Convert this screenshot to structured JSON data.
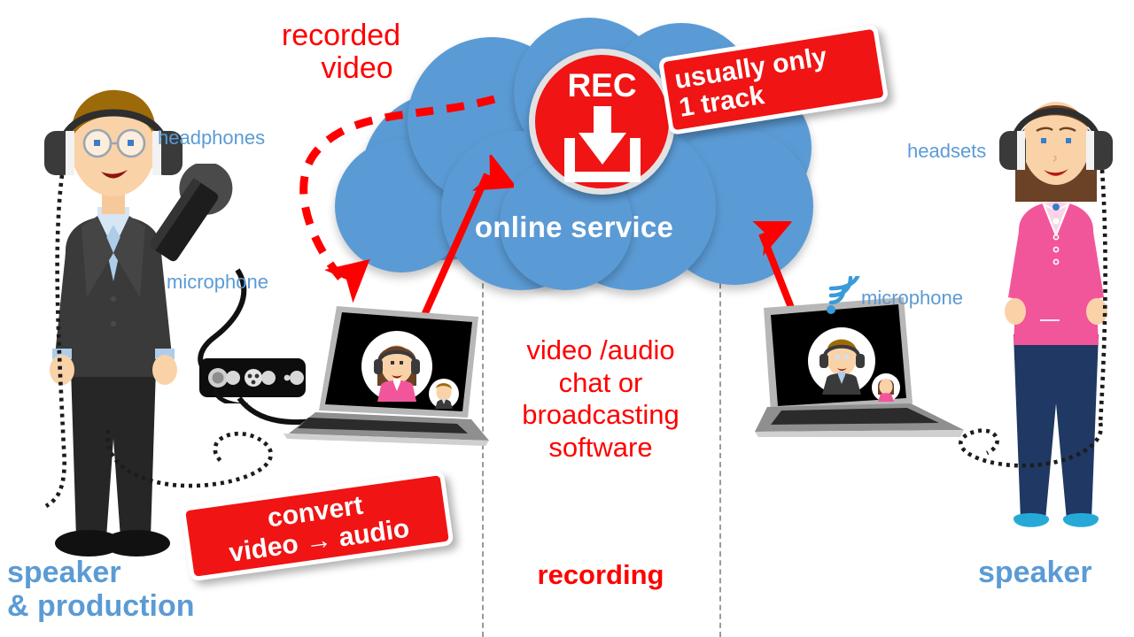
{
  "diagram": {
    "title": "Online service recording setup",
    "background": "#ffffff"
  },
  "colors": {
    "cloud_blue": "#5B9BD5",
    "label_blue": "#5B9BD5",
    "accent_red": "#FF0000",
    "tag_red": "#F01414",
    "divider_gray": "#9A9A9A",
    "suit_dark": "#3A3A3A",
    "shirt_blue": "#AECDEA",
    "top_pink": "#F2569A",
    "jeans_navy": "#1F3864",
    "shoe_teal": "#26A9D6",
    "hair_brown_male": "#9C6A08",
    "hair_brown_female": "#6B4226",
    "skin": "#FAD2A8"
  },
  "cloud": {
    "label": "online service"
  },
  "rec_badge": {
    "label": "REC",
    "icon": "download-icon"
  },
  "tags": {
    "track": {
      "line1": "usually only",
      "line2": "1 track"
    },
    "convert": {
      "line1": "convert",
      "line2": "video → audio"
    }
  },
  "annotations": {
    "recorded_video": {
      "line1": "recorded",
      "line2": "video"
    }
  },
  "labels": {
    "headphones": "headphones",
    "microphone_left": "microphone",
    "headsets": "headsets",
    "microphone_right": "microphone"
  },
  "center_column": {
    "description_line1": "video /audio",
    "description_line2": "chat or",
    "description_line3": "broadcasting",
    "description_line4": "software",
    "caption": "recording"
  },
  "captions": {
    "left_line1": "speaker",
    "left_line2": "& production",
    "right": "speaker"
  },
  "arrows": {
    "left_double": "double-headed-arrow",
    "right_double": "double-headed-arrow",
    "recorded_video_dashed": "dashed-curved-arrow"
  },
  "screens": {
    "left_laptop_main": "woman-headset-avatar",
    "left_laptop_pip": "man-headset-avatar",
    "right_laptop_main": "man-headset-avatar",
    "right_laptop_pip": "woman-headset-avatar"
  }
}
